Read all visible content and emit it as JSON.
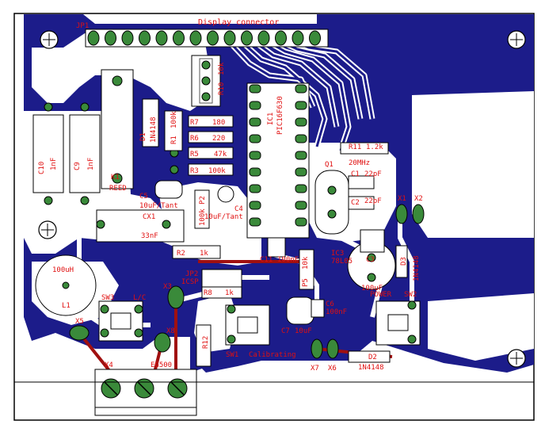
{
  "colors": {
    "copper": "#1c1c8a",
    "board": "#ffffff",
    "silk": "#e01010",
    "pad": "#3a8a3a",
    "outline": "#000000",
    "jumper": "#a01010"
  },
  "labels": {
    "jp1": "JP1",
    "display_connector": "Display connector",
    "r10": "R10",
    "r10_val": "10k",
    "ic1": "IC1",
    "ic1_part": "PIC16F630",
    "r7": "R7",
    "r7_val": "180",
    "r6": "R6",
    "r6_val": "220",
    "r5": "R5",
    "r5_val": "47k",
    "r3": "R3",
    "r3_val": "100k",
    "r1": "R1",
    "r1_val": "100k",
    "d1": "D1",
    "d1_part": "1N4148",
    "c10": "C10",
    "c10_val": "1nF",
    "c9": "C9",
    "c9_val": "1nF",
    "k1": "K1",
    "reed": "REED",
    "r11": "R11",
    "r11_val": "1.2k",
    "q1": "Q1",
    "q1_val": "20MHz",
    "c1": "C1",
    "c1_val": "22pF",
    "c2": "C2",
    "c2_val": "22pF",
    "x1": "X1",
    "x2": "X2",
    "c5": "C5",
    "c5_val": "10uF/Tant",
    "cx1": "CX1",
    "cx1_val": "33nF",
    "p2": "P2",
    "p2_val": "100k",
    "c4": "C4",
    "c4_val": "10uF/Tant",
    "r2": "R2",
    "r2_val": "1k",
    "c11": "C11",
    "c11_val": "100nF",
    "ic3": "IC3",
    "ic3_part": "78L05",
    "d3": "D3",
    "d3_part": "1N4148",
    "jp2": "JP2",
    "icsp": "ICSP",
    "r8": "R8",
    "r8_val": "1k",
    "p5": "P5",
    "p5_val": "10k",
    "c3": "C3",
    "c3_val": "100uF",
    "l1": "L1",
    "l1_val": "100uH",
    "sw3": "SW3",
    "lc": "L/C",
    "x3": "X3",
    "c6": "C6",
    "c6_val": "100nF",
    "c7": "C7",
    "c7_val": "10uF",
    "power": "POWER",
    "sw2": "SW2",
    "x5": "X5",
    "x8": "X8",
    "r12": "R12",
    "sw1": "SW1",
    "calibrating": "Calibrating",
    "x7": "X7",
    "x6": "X6",
    "d2": "D2",
    "d2_part": "1N4148",
    "x4": "X4",
    "eg500": "EG500"
  }
}
